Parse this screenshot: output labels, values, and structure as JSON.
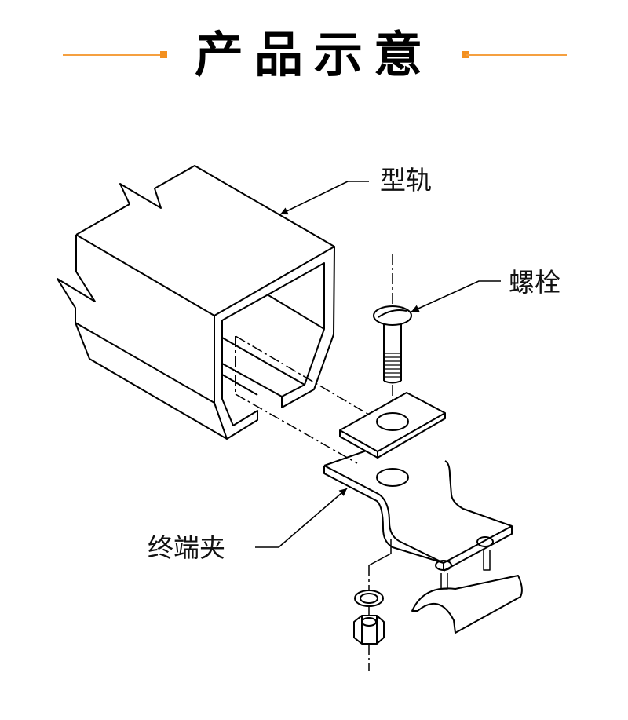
{
  "header": {
    "title": "产品示意",
    "accent_color": "#f39020"
  },
  "labels": {
    "rail": "型轨",
    "bolt": "螺栓",
    "end_clamp": "终端夹"
  }
}
